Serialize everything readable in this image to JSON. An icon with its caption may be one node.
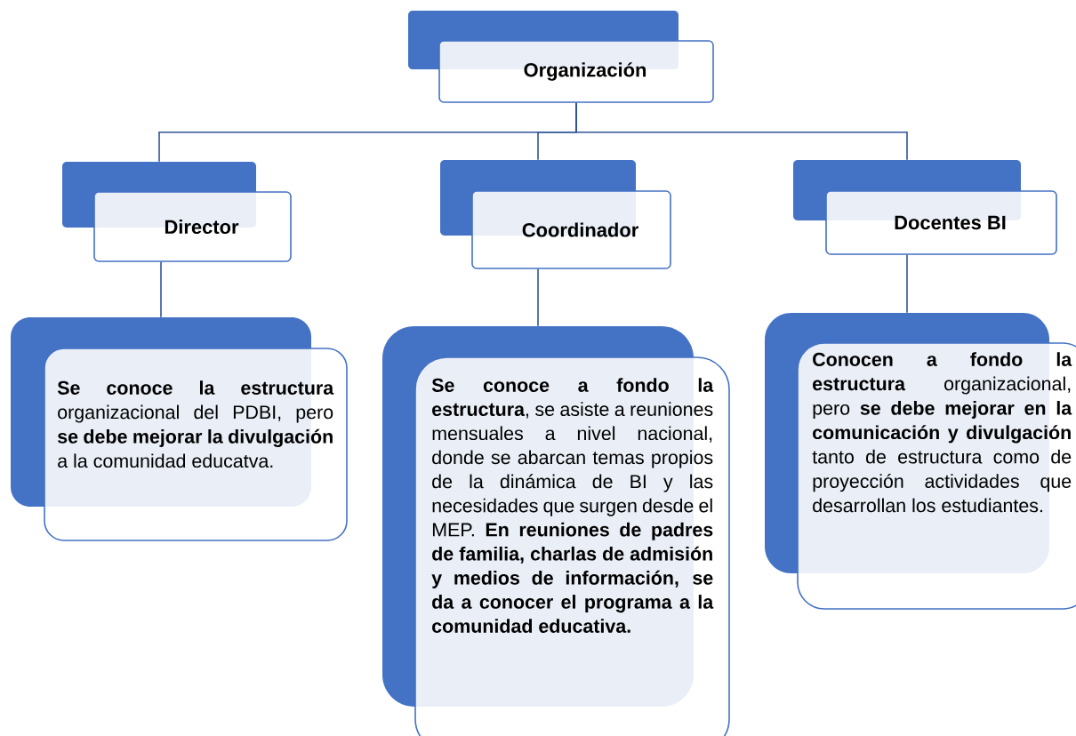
{
  "diagram": {
    "nodes": [
      {
        "text": [
          "Organización"
        ]
      },
      {
        "text": [
          "Director"
        ]
      },
      {
        "text": [
          "Coordinador"
        ]
      },
      {
        "text": [
          "Docentes BI"
        ]
      },
      {
        "text": [
          "**Se conoce la estructura** organizacional del PDBI, pero **se debe mejorar la divulgación** a la comunidad educatva."
        ]
      },
      {
        "text": [
          "**Se conoce a fondo la estructura**, se asiste a reuniones mensuales a nivel nacional, donde se abarcan temas propios de la dinámica de BI y las necesidades que surgen desde el MEP. **En reuniones de padres de familia, charlas de admisión y medios de información, se da a conocer el programa a la comunidad educativa.**"
        ]
      },
      {
        "text": [
          "**Conocen a fondo la estructura** organizacional, pero **se debe mejorar en la comunicación y divulgación** tanto de estructura como de proyección actividades que desarrollan los estudiantes."
        ]
      }
    ],
    "edges": [
      {
        "from": 0,
        "to": 1,
        "arrow": "none"
      },
      {
        "from": 0,
        "to": 2,
        "arrow": "none"
      },
      {
        "from": 0,
        "to": 3,
        "arrow": "none"
      },
      {
        "from": 1,
        "to": 4,
        "arrow": "none"
      },
      {
        "from": 2,
        "to": 5,
        "arrow": "none"
      },
      {
        "from": 3,
        "to": 6,
        "arrow": "none"
      }
    ]
  }
}
